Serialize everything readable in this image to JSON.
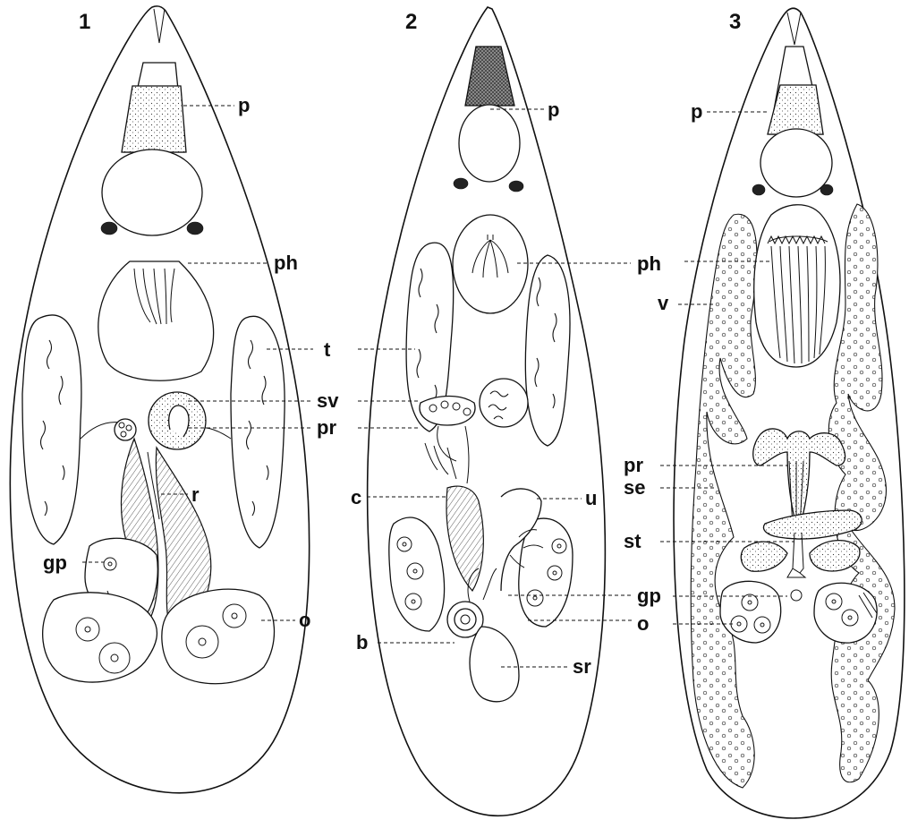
{
  "figures": [
    {
      "number": "1",
      "labels": {
        "p": "p",
        "ph": "ph",
        "t": "t",
        "sv": "sv",
        "pr": "pr",
        "r": "r",
        "gp": "gp",
        "o": "o"
      }
    },
    {
      "number": "2",
      "labels": {
        "p": "p",
        "ph": "ph",
        "t": "t",
        "sv": "sv",
        "pr": "pr",
        "c": "c",
        "u": "u",
        "gp": "gp",
        "o": "o",
        "b": "b",
        "sr": "sr"
      }
    },
    {
      "number": "3",
      "labels": {
        "p": "p",
        "ph": "ph",
        "v": "v",
        "pr": "pr",
        "se": "se",
        "st": "st",
        "gp": "gp",
        "o": "o"
      }
    }
  ]
}
